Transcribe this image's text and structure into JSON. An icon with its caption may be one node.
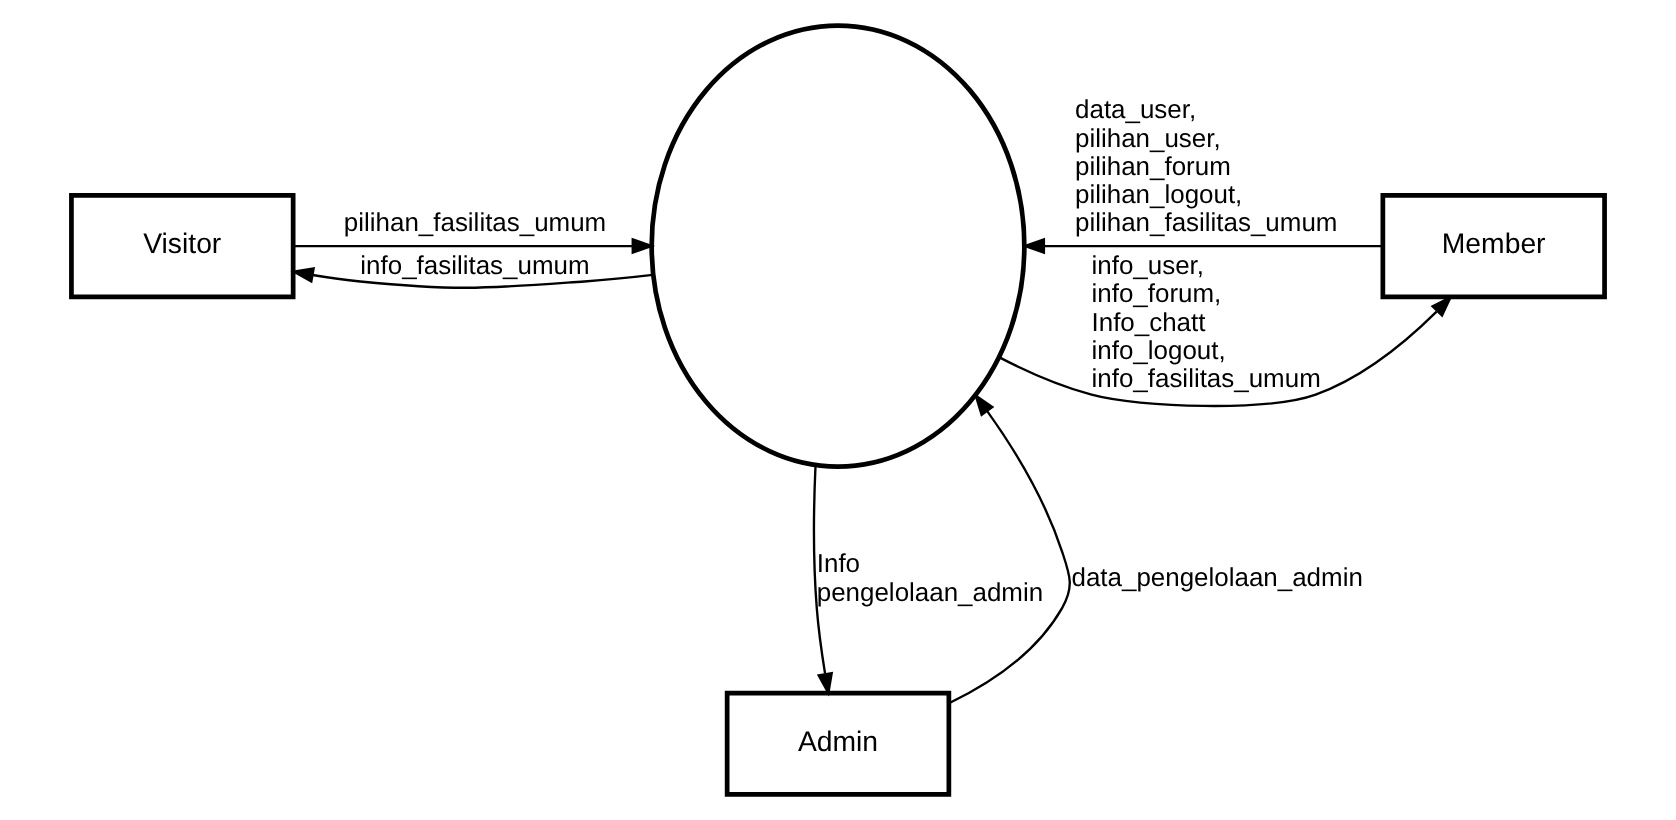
{
  "diagram": {
    "nodes": [
      {
        "text": [
          "Visitor"
        ]
      },
      {
        "text": [],
        "shape": "circle"
      },
      {
        "text": [
          "Member"
        ]
      },
      {
        "text": [
          "Admin"
        ]
      }
    ],
    "edges": [
      {
        "from": 1,
        "to": 0,
        "arrow": "to",
        "label": "info_fasilitas_umum"
      },
      {
        "from": 0,
        "to": 1,
        "arrow": "to",
        "label": "pilihan_fasilitas_umum"
      },
      {
        "from": 1,
        "to": 2,
        "arrow": "to",
        "label": "info_user, info_forum, Info_chatt info_logout, info_fasilitas_umum"
      },
      {
        "from": 2,
        "to": 1,
        "arrow": "to",
        "label": "data_user, pilihan_user, pilihan_forum pilihan_logout, pilihan_fasilitas_umum"
      },
      {
        "from": 3,
        "to": 1,
        "arrow": "to",
        "label": "data_pengelolaan_admin"
      },
      {
        "from": 1,
        "to": 3,
        "arrow": "to",
        "label": "Info pengelolaan_admin"
      }
    ]
  }
}
